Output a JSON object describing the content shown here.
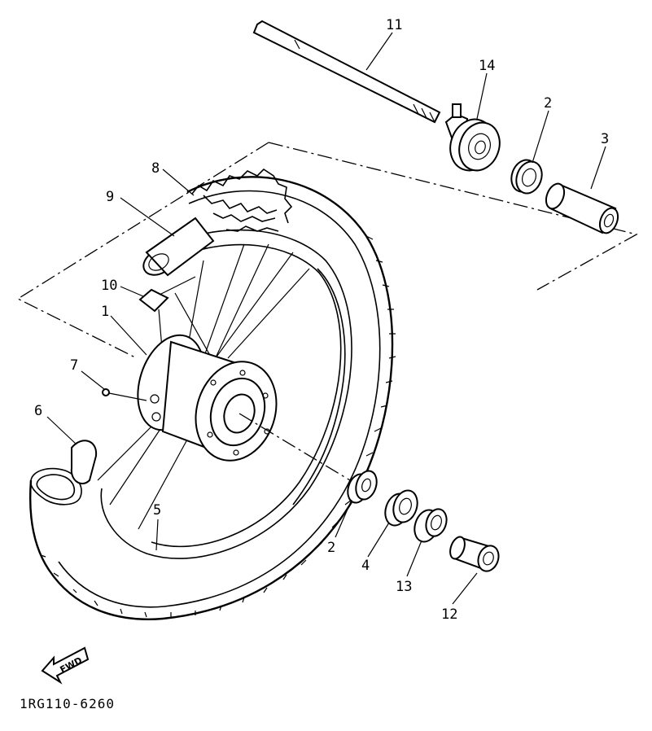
{
  "drawing_code": "1RG110-6260",
  "fwd_label": "FWD",
  "callouts": {
    "c1": "1",
    "c2a": "2",
    "c2b": "2",
    "c3": "3",
    "c4": "4",
    "c5": "5",
    "c6": "6",
    "c7": "7",
    "c8": "8",
    "c9": "9",
    "c10": "10",
    "c11": "11",
    "c12": "12",
    "c13": "13",
    "c14": "14"
  }
}
